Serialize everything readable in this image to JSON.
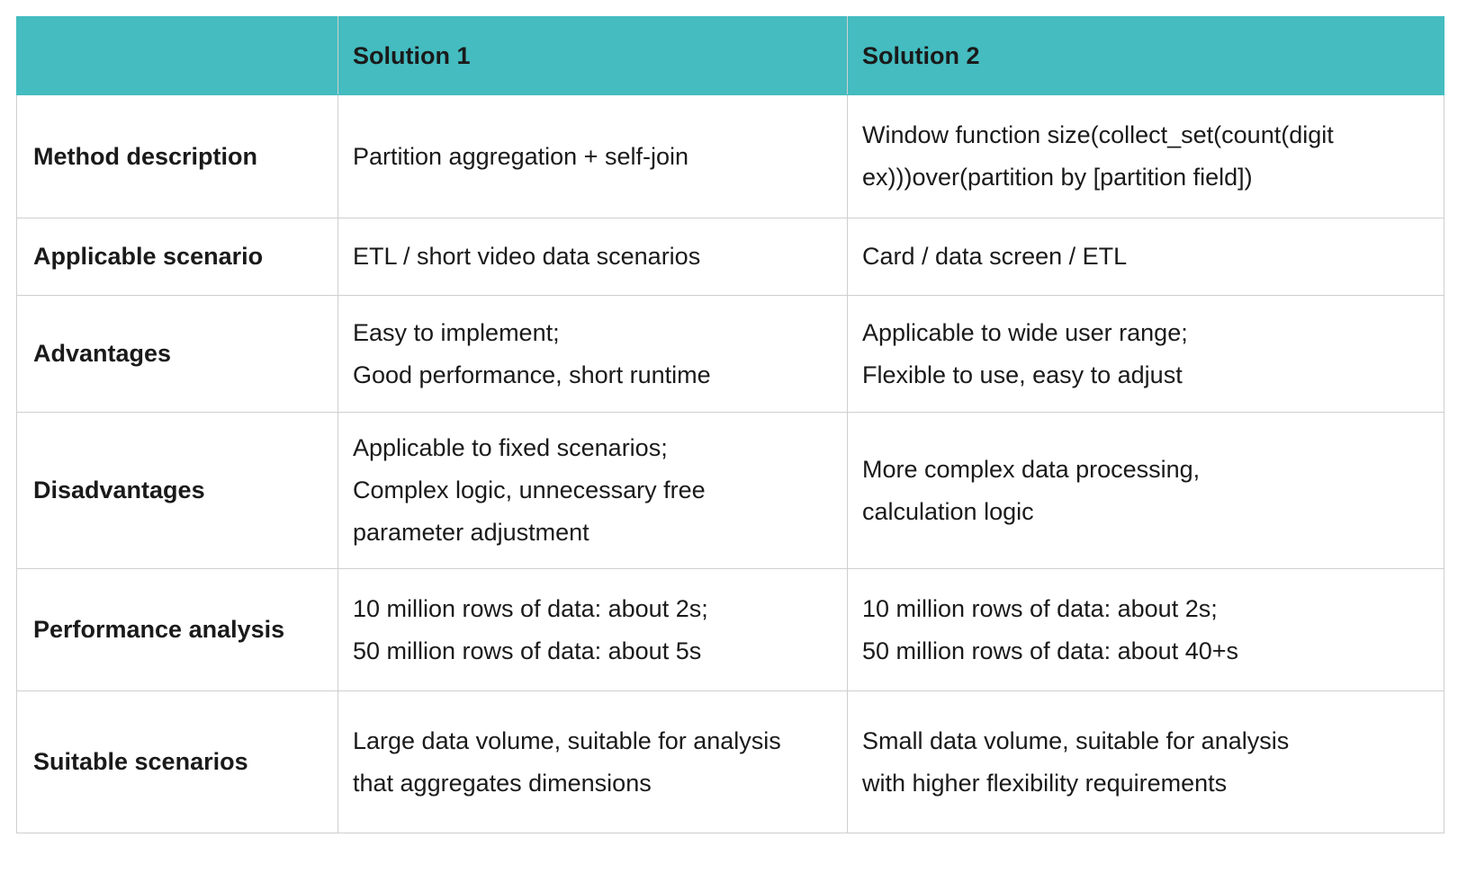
{
  "header": {
    "blank": "",
    "solution1": "Solution 1",
    "solution2": "Solution 2"
  },
  "rows": [
    {
      "label": "Method description",
      "solution1": [
        "Partition aggregation + self-join"
      ],
      "solution2": [
        "Window function size(collect_set(count(digit",
        "ex)))over(partition by [partition field])"
      ]
    },
    {
      "label": "Applicable scenario",
      "solution1": [
        "ETL / short video data scenarios"
      ],
      "solution2": [
        "Card / data screen / ETL"
      ]
    },
    {
      "label": "Advantages",
      "solution1": [
        "Easy to implement;",
        "Good performance, short runtime"
      ],
      "solution2": [
        "Applicable to wide user range;",
        "Flexible to use, easy to adjust"
      ]
    },
    {
      "label": "Disadvantages",
      "solution1": [
        "Applicable to fixed scenarios;",
        "Complex logic, unnecessary free",
        "parameter adjustment"
      ],
      "solution2": [
        "More complex data processing,",
        "calculation logic"
      ]
    },
    {
      "label": "Performance analysis",
      "solution1": [
        "10 million rows of data: about 2s;",
        "50 million rows of data: about 5s"
      ],
      "solution2": [
        "10 million rows of data: about 2s;",
        "50 million rows of data: about 40+s"
      ]
    },
    {
      "label": "Suitable scenarios",
      "solution1": [
        "Large data volume, suitable for analysis",
        "that aggregates dimensions"
      ],
      "solution2": [
        "Small data volume, suitable for analysis",
        "with higher flexibility requirements"
      ]
    }
  ],
  "colors": {
    "header_bg": "#44bcc0",
    "border": "#cfcfcf"
  }
}
